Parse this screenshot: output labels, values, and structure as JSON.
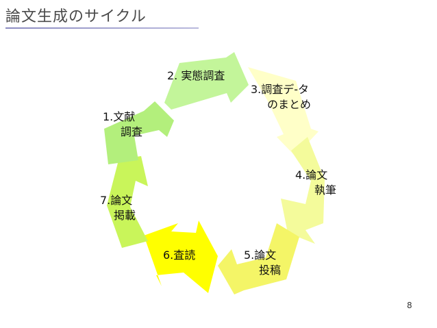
{
  "slide": {
    "title": "論文生成のサイクル",
    "page_number": "8"
  },
  "cycle": {
    "steps": [
      {
        "line1": "2. 実態調査",
        "line2": "",
        "color": "#c3f59a"
      },
      {
        "line1": "3.調査デ-タ",
        "line2": "のまとめ",
        "color": "#ffffc8"
      },
      {
        "line1": "4.論文",
        "line2": "執筆",
        "color": "#f4fb9b"
      },
      {
        "line1": "5.論文",
        "line2": "投稿",
        "color": "#f4f567"
      },
      {
        "line1": "6.査読",
        "line2": "",
        "color": "#ffff00"
      },
      {
        "line1": "7.論文",
        "line2": "掲載",
        "color": "#c9f55a"
      },
      {
        "line1": "1.文献",
        "line2": "調査",
        "color": "#b3ef7c"
      }
    ]
  }
}
